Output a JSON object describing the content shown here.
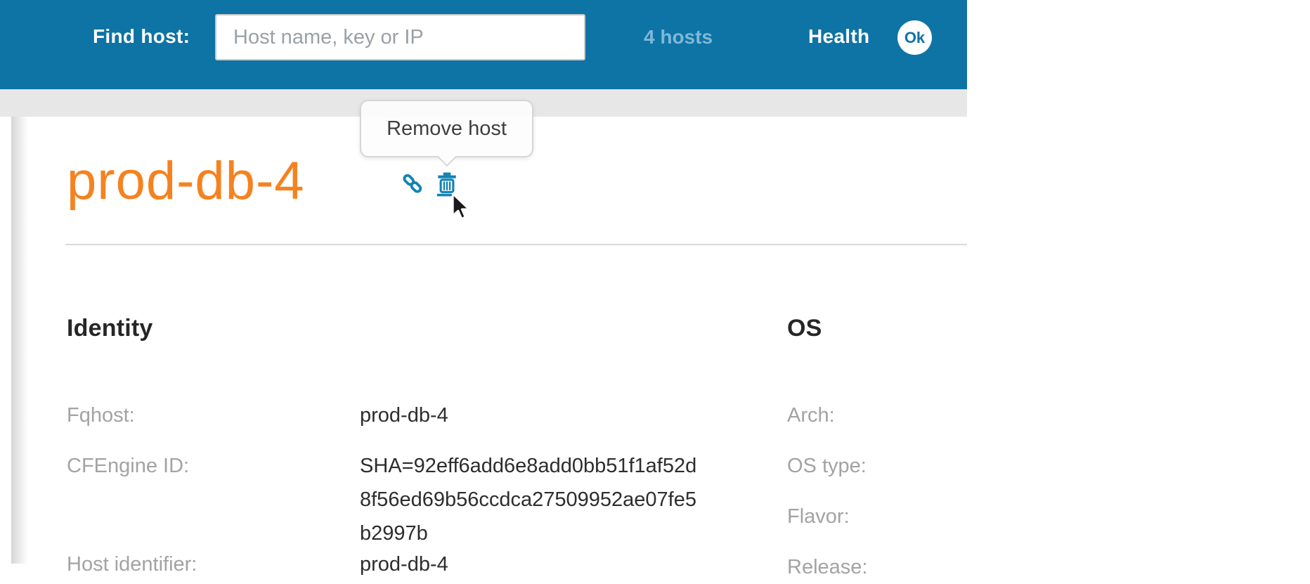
{
  "colors": {
    "header_bg": "#0e73a5",
    "accent_orange": "#f5821f",
    "icon_blue": "#1283b4",
    "hosts_link_blue": "#7db9d8",
    "strip_gray": "#e7e7e7",
    "label_gray": "#a3a3a3",
    "value_dark": "#2d2d2d"
  },
  "header": {
    "find_host_label": "Find host:",
    "search_value": "",
    "search_placeholder": "Host name, key or IP",
    "hosts_count": "4 hosts",
    "health_label": "Health",
    "health_status": "Ok"
  },
  "tooltip": {
    "text": "Remove host"
  },
  "host": {
    "title": "prod-db-4"
  },
  "icons": {
    "link": "link-icon",
    "trash": "trash-icon",
    "cursor": "cursor-arrow-icon",
    "health_ok": "ok-status-badge"
  },
  "sections": {
    "identity": {
      "heading": "Identity",
      "rows": [
        {
          "label": "Fqhost:",
          "value": "prod-db-4"
        },
        {
          "label": "CFEngine ID:",
          "value": "SHA=92eff6add6e8add0bb51f1af52d8f56ed69b56ccdca27509952ae07fe5b2997b"
        },
        {
          "label": "Host identifier:",
          "value": "prod-db-4"
        }
      ]
    },
    "os": {
      "heading": "OS",
      "rows": [
        {
          "label": "Arch:",
          "value": ""
        },
        {
          "label": "OS type:",
          "value": ""
        },
        {
          "label": "Flavor:",
          "value": ""
        },
        {
          "label": "Release:",
          "value": ""
        }
      ]
    }
  }
}
